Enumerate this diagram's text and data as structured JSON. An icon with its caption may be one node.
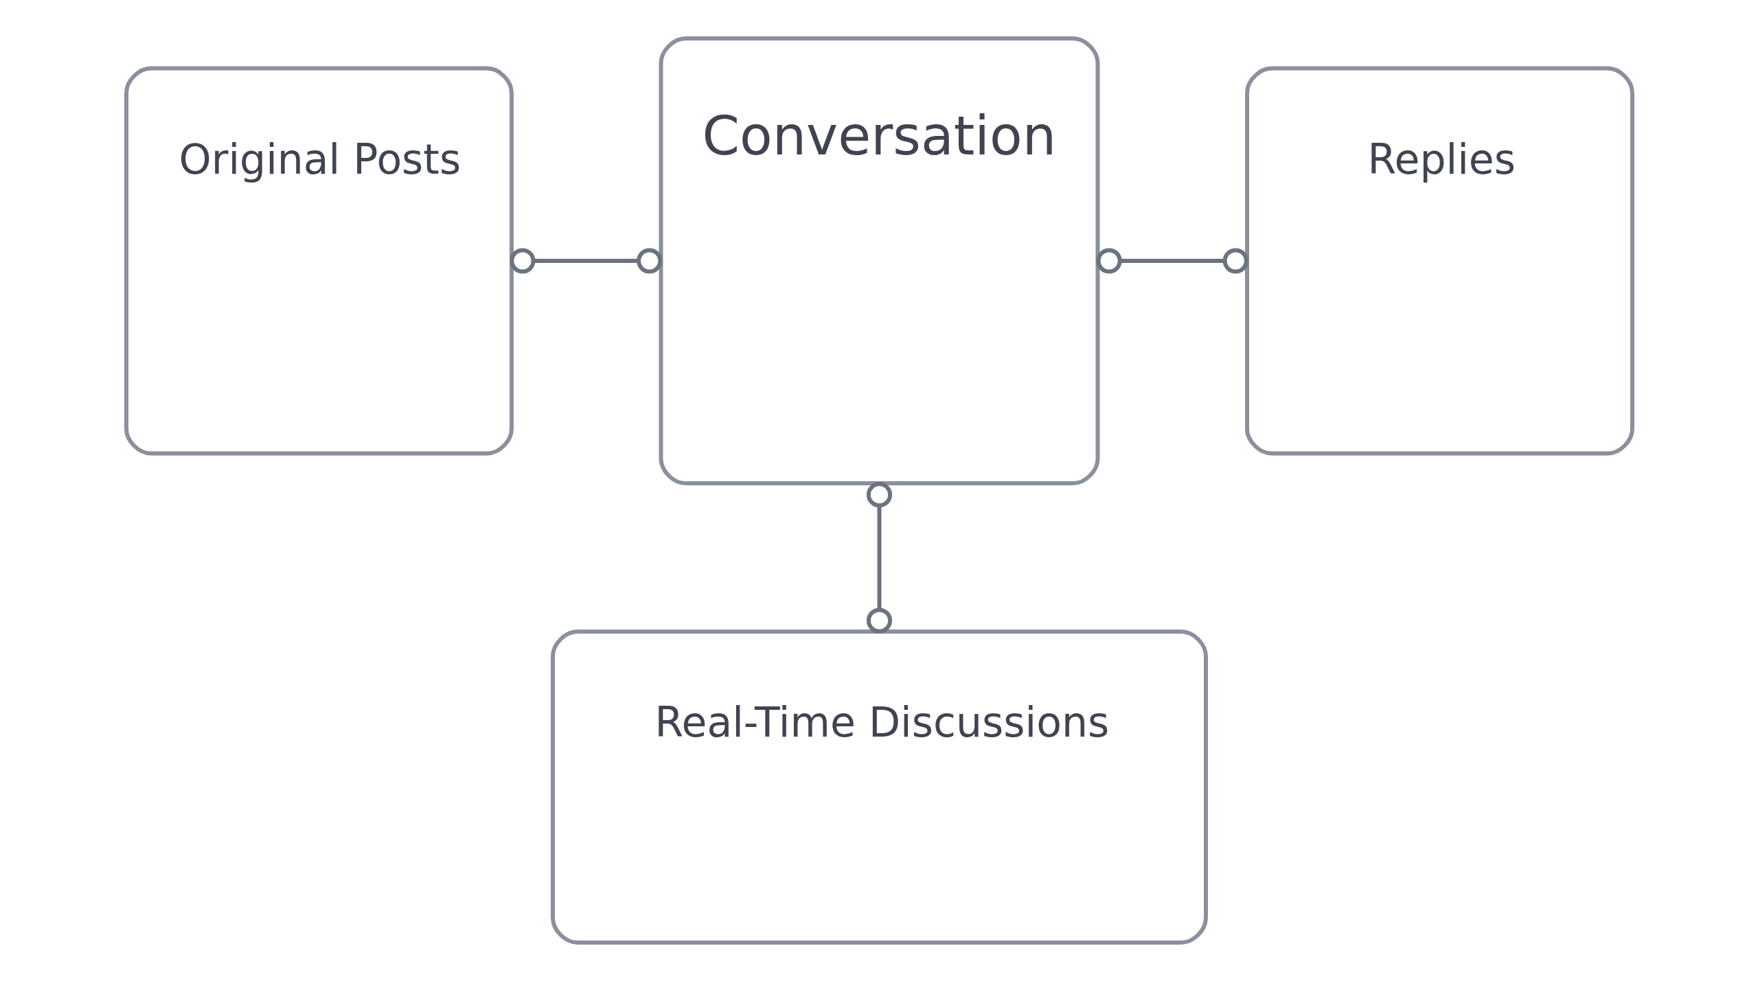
{
  "diagram": {
    "nodes": [
      {
        "text": [
          "Original Posts"
        ]
      },
      {
        "text": [
          "Conversation"
        ]
      },
      {
        "text": [
          "Replies"
        ]
      },
      {
        "text": [
          "Real-Time Discussions"
        ]
      }
    ],
    "edges": [
      {
        "from": 0,
        "to": 1,
        "arrow": "other"
      },
      {
        "from": 1,
        "to": 2,
        "arrow": "other"
      },
      {
        "from": 1,
        "to": 3,
        "arrow": "other"
      }
    ]
  }
}
